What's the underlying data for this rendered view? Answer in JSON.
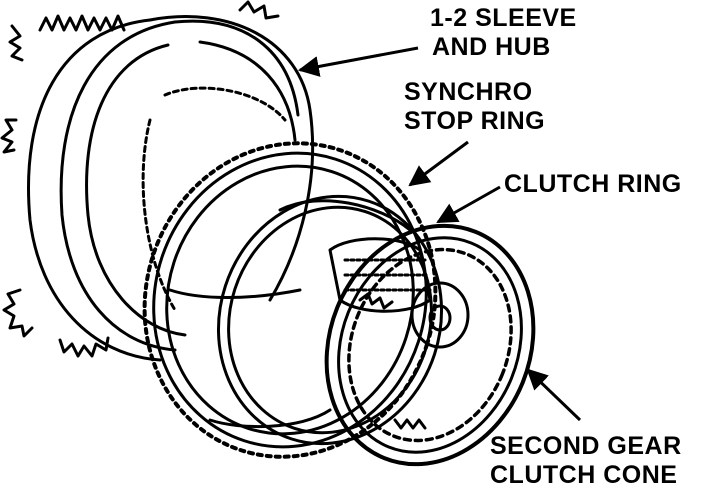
{
  "labels": {
    "sleeve_hub": {
      "line1": "1-2 SLEEVE",
      "line2": "AND HUB"
    },
    "synchro_stop_ring": {
      "line1": "SYNCHRO",
      "line2": "STOP RING"
    },
    "clutch_ring": {
      "line1": "CLUTCH RING"
    },
    "second_gear_clutch_cone": {
      "line1": "SECOND GEAR",
      "line2": "CLUTCH CONE"
    }
  },
  "colors": {
    "ink": "#000000",
    "paper": "#ffffff"
  }
}
